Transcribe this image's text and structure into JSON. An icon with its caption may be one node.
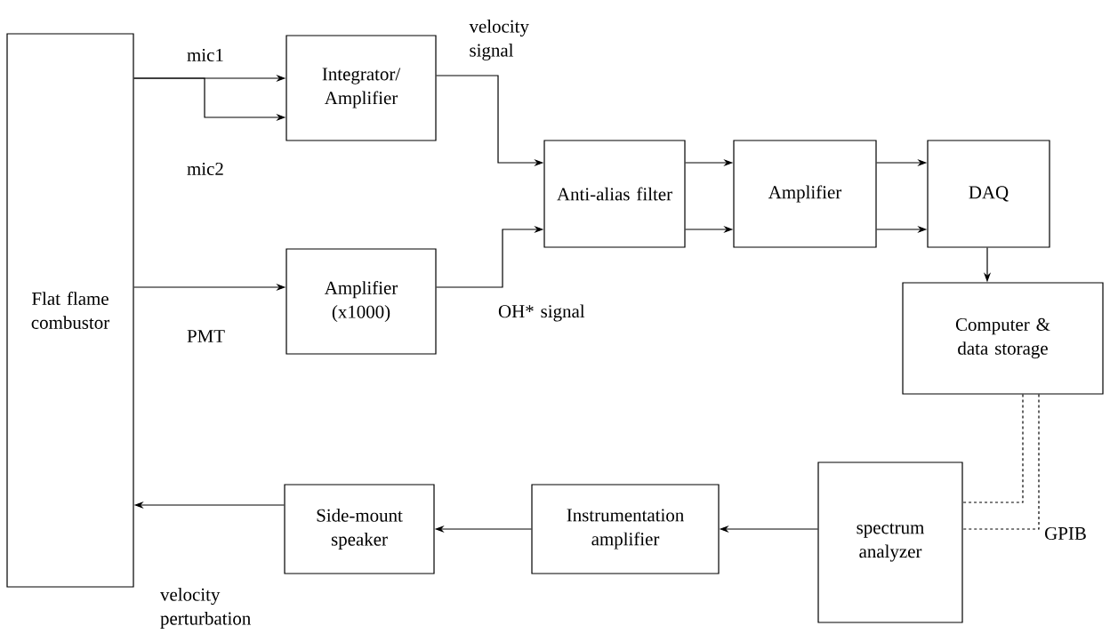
{
  "diagram": {
    "nodes": [
      {
        "text": [
          "Flat flame combustor"
        ]
      },
      {
        "text": [
          "Integrator/ Amplifier"
        ]
      },
      {
        "text": [
          "Amplifier (x1000)"
        ]
      },
      {
        "text": [
          "Anti-alias filter"
        ]
      },
      {
        "text": [
          "Amplifier"
        ]
      },
      {
        "text": [
          "DAQ"
        ]
      },
      {
        "text": [
          "Computer & data storage"
        ]
      },
      {
        "text": [
          "spectrum analyzer"
        ]
      },
      {
        "text": [
          "Instrumentation amplifier"
        ]
      },
      {
        "text": [
          "Side-mount speaker"
        ]
      }
    ],
    "edges": [
      {
        "from": 0,
        "to": 1,
        "arrow": "to",
        "label": "mic1"
      },
      {
        "from": 0,
        "to": 1,
        "arrow": "to",
        "label": "mic2"
      },
      {
        "from": 0,
        "to": 2,
        "arrow": "to",
        "label": "PMT"
      },
      {
        "from": 1,
        "to": 3,
        "arrow": "to",
        "label": "velocity signal"
      },
      {
        "from": 2,
        "to": 3,
        "arrow": "to",
        "label": "OH* signal"
      },
      {
        "from": 3,
        "to": 4,
        "arrow": "to"
      },
      {
        "from": 3,
        "to": 4,
        "arrow": "to"
      },
      {
        "from": 4,
        "to": 5,
        "arrow": "to"
      },
      {
        "from": 4,
        "to": 5,
        "arrow": "to"
      },
      {
        "from": 5,
        "to": 6,
        "arrow": "to"
      },
      {
        "from": 6,
        "to": 7,
        "arrow": "none",
        "style": "dashed"
      },
      {
        "from": 6,
        "to": 7,
        "arrow": "none",
        "style": "dashed"
      },
      {
        "from": 7,
        "to": 8,
        "arrow": "to"
      },
      {
        "from": 8,
        "to": 9,
        "arrow": "to"
      },
      {
        "from": 9,
        "to": 0,
        "arrow": "to",
        "label": "velocity perturbation"
      }
    ],
    "labels": [
      "GPIB"
    ]
  }
}
